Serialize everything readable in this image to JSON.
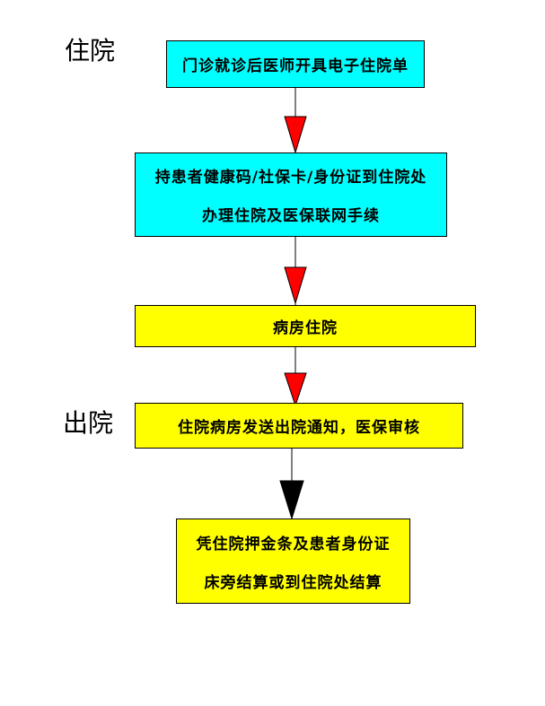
{
  "sections": {
    "admission": "住院",
    "discharge": "出院"
  },
  "nodes": [
    {
      "id": "outpatient-order",
      "lines": [
        "门诊就诊后医师开具电子住院单"
      ],
      "fill": "#00ffff"
    },
    {
      "id": "admission-office",
      "lines": [
        "持患者健康码/社保卡/身份证到住院处",
        "办理住院及医保联网手续"
      ],
      "fill": "#00ffff"
    },
    {
      "id": "ward-admission",
      "lines": [
        "病房住院"
      ],
      "fill": "#ffff00"
    },
    {
      "id": "discharge-notice",
      "lines": [
        "住院病房发送出院通知，医保审核"
      ],
      "fill": "#ffff00"
    },
    {
      "id": "settlement",
      "lines": [
        "凭住院押金条及患者身份证",
        "床旁结算或到住院处结算"
      ],
      "fill": "#ffff00"
    }
  ],
  "edges": [
    {
      "from": "outpatient-order",
      "to": "admission-office",
      "arrow_color": "#ff0000"
    },
    {
      "from": "admission-office",
      "to": "ward-admission",
      "arrow_color": "#ff0000"
    },
    {
      "from": "ward-admission",
      "to": "discharge-notice",
      "arrow_color": "#ff0000"
    },
    {
      "from": "discharge-notice",
      "to": "settlement",
      "arrow_color": "#000000"
    }
  ]
}
